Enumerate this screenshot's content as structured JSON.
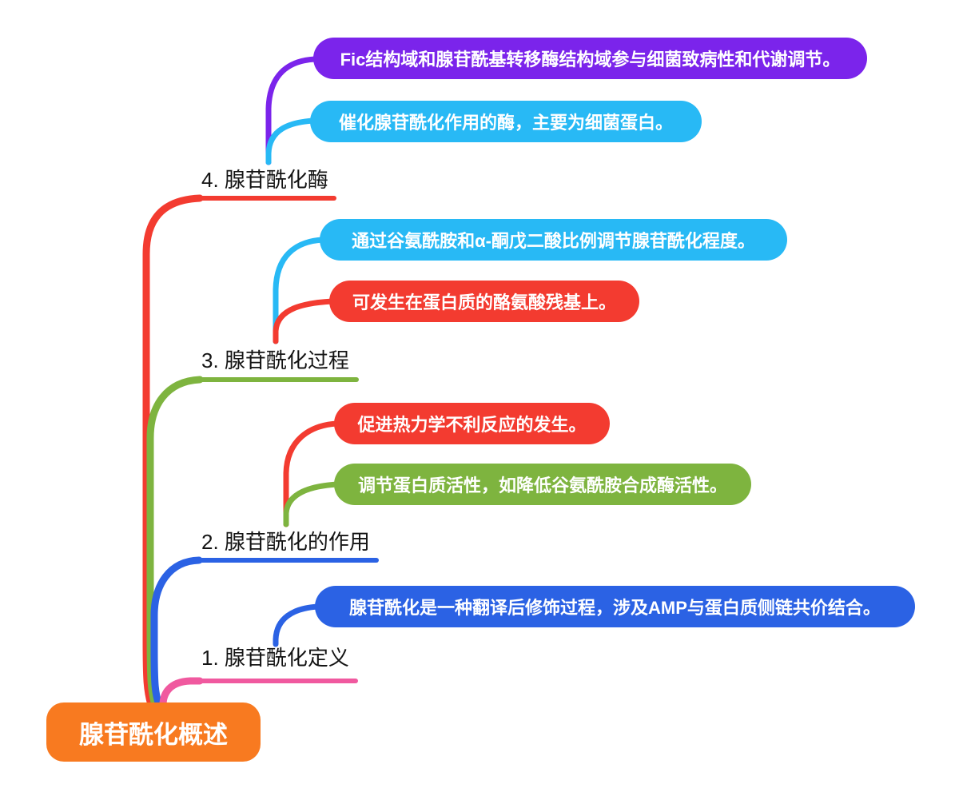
{
  "canvas": {
    "background": "#FFFFFF"
  },
  "root": {
    "label": "腺苷酰化概述",
    "color": "#F87A20"
  },
  "branches": [
    {
      "label": "1. 腺苷酰化定义",
      "color": "#F0599F",
      "children": [
        {
          "label": "腺苷酰化是一种翻译后修饰过程，涉及AMP与蛋白质侧链共价结合。",
          "color": "#2B62E4"
        }
      ]
    },
    {
      "label": "2. 腺苷酰化的作用",
      "color": "#2B62E4",
      "children": [
        {
          "label": "促进热力学不利反应的发生。",
          "color": "#F33B30"
        },
        {
          "label": "调节蛋白质活性，如降低谷氨酰胺合成酶活性。",
          "color": "#7EB43F"
        }
      ]
    },
    {
      "label": "3. 腺苷酰化过程",
      "color": "#7EB43F",
      "children": [
        {
          "label": "通过谷氨酰胺和α-酮戊二酸比例调节腺苷酰化程度。",
          "color": "#28B9F5"
        },
        {
          "label": "可发生在蛋白质的酪氨酸残基上。",
          "color": "#F33B30"
        }
      ]
    },
    {
      "label": "4. 腺苷酰化酶",
      "color": "#F33B30",
      "children": [
        {
          "label": "Fic结构域和腺苷酰基转移酶结构域参与细菌致病性和代谢调节。",
          "color": "#7B24EB"
        },
        {
          "label": "催化腺苷酰化作用的酶，主要为细菌蛋白。",
          "color": "#28B9F5"
        }
      ]
    }
  ]
}
